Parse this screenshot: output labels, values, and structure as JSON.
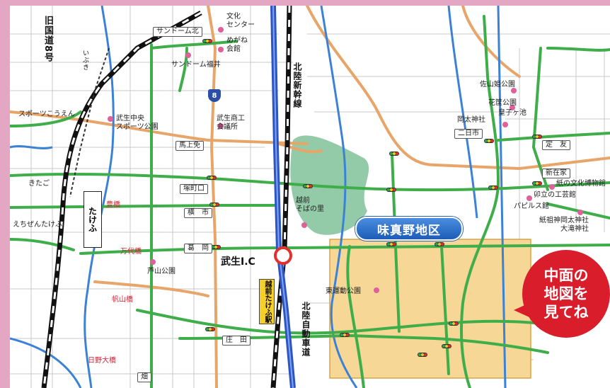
{
  "title": "",
  "colors": {
    "frame": "#e3a6c3",
    "green_road": "#3fae4a",
    "orange_road": "#e8a56a",
    "blue_road": "#3b82d6",
    "highway": "#2f55c4",
    "district_fill": "#f6d795",
    "park": "#6fb88a",
    "callout": "#d91d2b",
    "banner": "#2a62c8",
    "station": "#f5d02a"
  },
  "district_banner": "味真野地区",
  "callout_text": [
    "中面の",
    "地図を",
    "見てね"
  ],
  "ic_label": "武生I.C",
  "station_label": "越前たけふ駅",
  "takefu_station": "たけふ",
  "route_number": "8",
  "vertical_labels": {
    "old_route8": "旧国道8号",
    "shinkansen": "北陸新幹線",
    "expressway": "北陸自動車道",
    "left_rail": "いぶき"
  },
  "boxed_labels": {
    "sundome_kita": "サンドーム北",
    "futsukaichi": "二日市",
    "teitomo": "定　友",
    "shinzaike": "新在家",
    "majouhen": "馬上免",
    "tsukamachiguchi": "塚町口",
    "yokoichi": "横　市",
    "kuzuoka": "葛　岡",
    "shoda": "庄　田",
    "hata": "畑"
  },
  "place_labels": {
    "bunka_center": "文化\nセンター",
    "meganekaikan": "めがね\n会館",
    "sundome_fukui": "サンドーム福井",
    "sabahime_park": "佐山姫公園",
    "kagami_park": "花筐公園",
    "okamoto_jinja": "岡太神社",
    "kounoike": "皇子ヶ池",
    "takefu_shoko": "武生商工\n会議所",
    "sports_koen": "スポーツこうえん",
    "sports_park": "武生中央\nスポーツ公園",
    "kitago": "きたご",
    "echizen_takefu": "えちぜんたけふ",
    "echizen_sobanosato": "越前\nそばの里",
    "paper_museum": "紙の文化博物館",
    "udatsu_kogeikan": "卯立の工芸館",
    "papyrus": "パピルス館",
    "kaminosato_jinja": "紙祖神岡太神社\n大滝神社",
    "ashiyama_park": "芦山公園",
    "higashi_undo": "東運動公園"
  },
  "bridge_labels": {
    "toyobashi": "豊橋",
    "mandaibashi": "万代橋",
    "hosoyamabashi": "帆山橋",
    "hinoohashi": "日野大橋"
  }
}
